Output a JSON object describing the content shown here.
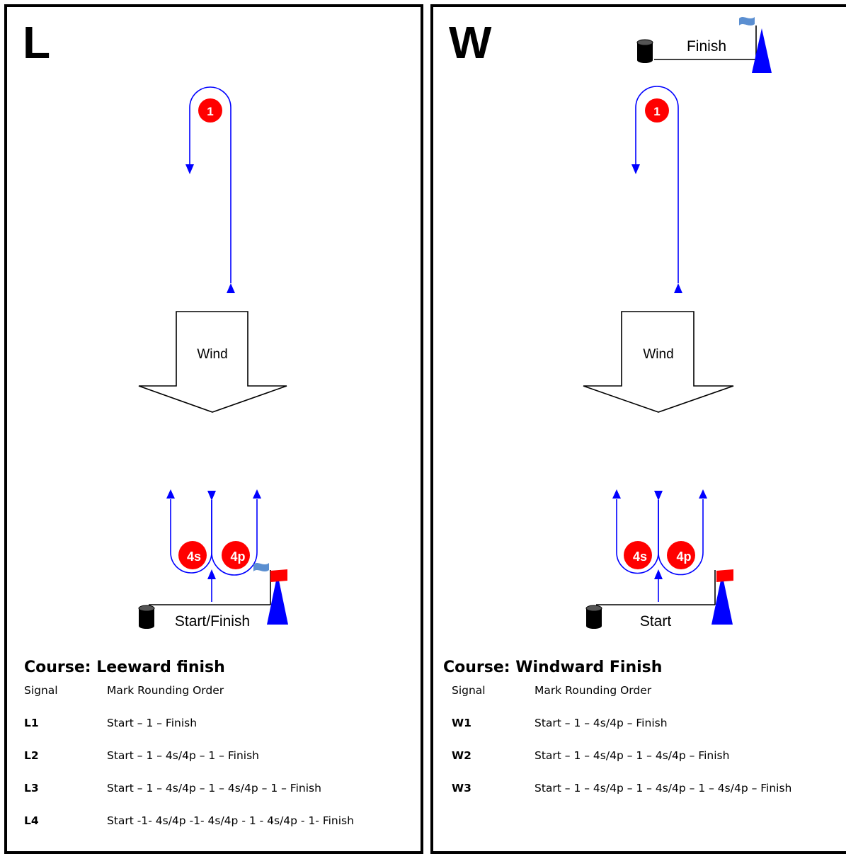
{
  "panels": {
    "leeward": {
      "letter": "L",
      "wind_label": "Wind",
      "mark_1": "1",
      "mark_4s": "4s",
      "mark_4p": "4p",
      "line_label": "Start/Finish",
      "course_title": "Course: Leeward finish",
      "table": {
        "header_signal": "Signal",
        "header_order": "Mark Rounding Order",
        "rows": [
          {
            "signal": "L1",
            "order": "Start – 1 – Finish"
          },
          {
            "signal": "L2",
            "order": "Start – 1 – 4s/4p – 1 – Finish"
          },
          {
            "signal": "L3",
            "order": "Start – 1 – 4s/4p – 1 – 4s/4p – 1 – Finish"
          },
          {
            "signal": "L4",
            "order": "Start -1- 4s/4p -1- 4s/4p - 1 - 4s/4p - 1- Finish"
          }
        ]
      }
    },
    "windward": {
      "letter": "W",
      "finish_label": "Finish",
      "wind_label": "Wind",
      "mark_1": "1",
      "mark_4s": "4s",
      "mark_4p": "4p",
      "line_label": "Start",
      "course_title": "Course: Windward Finish",
      "table": {
        "header_signal": "Signal",
        "header_order": "Mark Rounding Order",
        "rows": [
          {
            "signal": "W1",
            "order": "Start – 1 – 4s/4p – Finish"
          },
          {
            "signal": "W2",
            "order": "Start – 1 – 4s/4p – 1 – 4s/4p – Finish"
          },
          {
            "signal": "W3",
            "order": "Start – 1 – 4s/4p – 1 – 4s/4p – 1 – 4s/4p – Finish"
          }
        ]
      }
    }
  },
  "colors": {
    "route": "#0000ff",
    "mark": "#ff0000",
    "committee_boat": "#0000ff",
    "red_flag": "#ff0000",
    "blue_flag": "#5b8fd1",
    "pin_buoy": "#000000"
  },
  "icons": [
    "mark-buoy-icon",
    "pin-buoy-icon",
    "committee-boat-icon",
    "red-flag-icon",
    "blue-flag-icon",
    "wind-arrow-icon"
  ]
}
